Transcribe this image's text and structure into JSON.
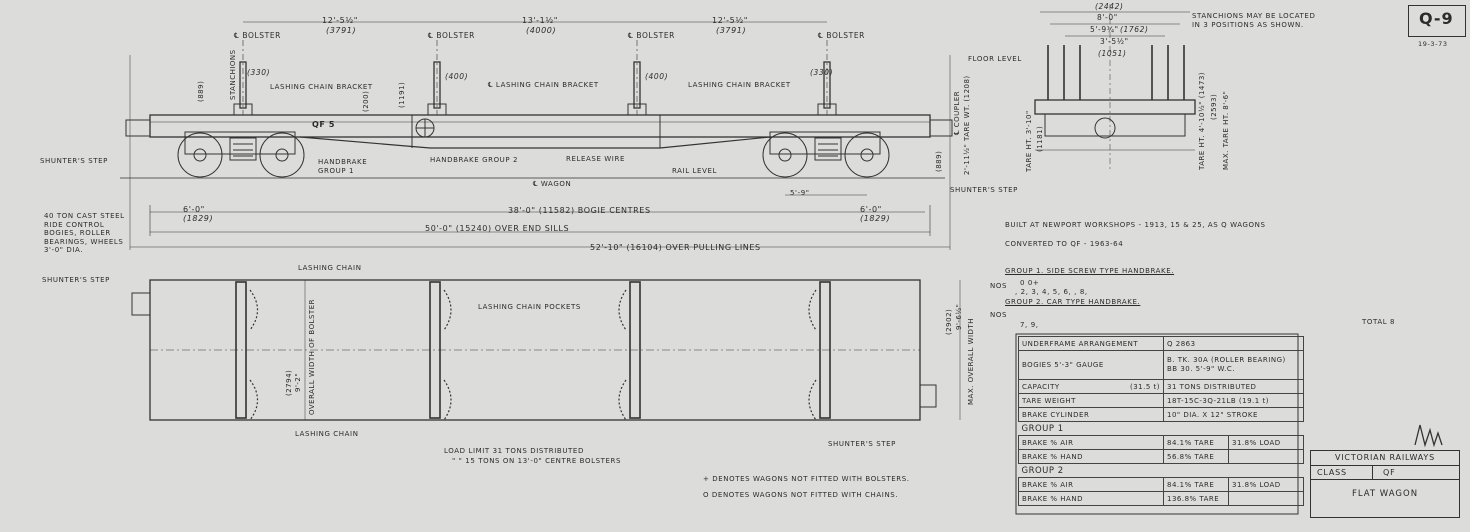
{
  "drawing_no": "Q-9",
  "drawing_date": "19-3-73",
  "side_view": {
    "bolster_labels": [
      "℄ BOLSTER",
      "℄ BOLSTER",
      "℄ BOLSTER",
      "℄ BOLSTER"
    ],
    "bolster_spacing": [
      {
        "imp": "12'-5½\"",
        "met": "(3791)"
      },
      {
        "imp": "13'-1½\"",
        "met": "(4000)"
      },
      {
        "imp": "12'-5½\"",
        "met": "(3791)"
      }
    ],
    "stanchions": "STANCHIONS",
    "stanchion_ht": "(889)",
    "dim_1330_left": "(330)",
    "dim_1330_right": "(330)",
    "dim_1191": "(1191)",
    "dim_400_a": "(400)",
    "dim_400_b": "(400)",
    "dim_200": "(200)",
    "lashing_chain_bracket": "LASHING CHAIN BRACKET",
    "lashing_chain_bracket_c": "℄ LASHING CHAIN BRACKET",
    "lashing_chain_bracket_r": "LASHING CHAIN BRACKET",
    "class_mark": "QF 5",
    "handbrake_group1": "HANDBRAKE GROUP 1",
    "handbrake_group2": "HANDBRAKE GROUP 2",
    "release_wire": "RELEASE WIRE",
    "rail_level": "RAIL LEVEL",
    "wagon_cl": "℄ WAGON",
    "shunters_step": "SHUNTER'S STEP",
    "shunters_step_r": "SHUNTER'S STEP",
    "coupler_cl": "℄ COUPLER",
    "tare_wt_ht": "2'-11½\" TARE WT. (1208)",
    "dim_889": "(889)",
    "dim_5_9": "5'-9\"",
    "dim_6_0_l": "6'-0\"",
    "dim_1829_l": "(1829)",
    "dim_6_0_r": "6'-0\"",
    "dim_1829_r": "(1829)",
    "bogie_centres": "38'-0\" (11582) BOGIE CENTRES",
    "over_end_sills": "50'-0\" (15240) OVER END SILLS",
    "over_pulling_lines": "52'-10\" (16104) OVER PULLING LINES",
    "bogie_note": "40 TON CAST STEEL RIDE CONTROL BOGIES, ROLLER BEARINGS, WHEELS 3'-0\" DIA."
  },
  "end_view": {
    "dim_2442": "(2442)",
    "dim_8_0": "8'-0\"",
    "dim_5_9": "5'-9¼\"",
    "dim_1762": "(1762)",
    "dim_3_5": "3'-5½\"",
    "dim_1051": "(1051)",
    "stanchion_note": "STANCHIONS MAY BE LOCATED IN 3 POSITIONS AS SHOWN.",
    "floor_level": "FLOOR LEVEL",
    "tare_ht": "TARE HT. 3'-10\"",
    "dim_1181": "(1181)",
    "tare_ht_r": "TARE HT. 4'-10½\" (1473)",
    "max_tare_ht": "MAX. TARE HT. 8'-6\"",
    "dim_2593": "(2593)"
  },
  "plan_view": {
    "lashing_chain_top": "LASHING CHAIN",
    "lashing_chain_bottom": "LASHING CHAIN",
    "lashing_chain_pockets": "LASHING CHAIN POCKETS",
    "shunters_step": "SHUNTER'S STEP",
    "shunters_step_r": "SHUNTER'S STEP",
    "overall_bolster": "OVERALL WIDTH OF BOLSTER",
    "bolster_w": "9'-2\"",
    "bolster_w_met": "(2794)",
    "max_width": "MAX. OVERALL WIDTH",
    "max_w": "9'-6½\"",
    "max_w_met": "(2902)",
    "load_limit_1": "LOAD LIMIT 31 TONS DISTRIBUTED",
    "load_limit_2": "\"     \"   15 TONS ON 13'-0\" CENTRE BOLSTERS"
  },
  "notes": {
    "built": "BUILT AT NEWPORT WORKSHOPS - 1913, 15 & 25, AS Q WAGONS",
    "converted": "CONVERTED TO QF - 1963-64",
    "group1": "GROUP 1. SIDE SCREW TYPE HANDBRAKE.",
    "no_label": "Nos",
    "group1_nos_a": "0    0+",
    "group1_nos_b": ", 2,  3,  4,  5,  6,   ,  8,",
    "group2": "GROUP 2. CAR TYPE HANDBRAKE.",
    "group2_nos": "7,  9,",
    "total": "TOTAL 8",
    "legend_plus": "+ DENOTES WAGONS NOT FITTED WITH BOLSTERS.",
    "legend_o": "O DENOTES WAGONS NOT FITTED WITH CHAINS."
  },
  "spec_table": {
    "underframe_label": "UNDERFRAME ARRANGEMENT",
    "underframe_val": "Q 2863",
    "bogies_label": "BOGIES  5'-3\" GAUGE",
    "bogies_val_1": "B. TK. 30A (ROLLER BEARING)",
    "bogies_val_2": "BB 30.  5'-9\" W.C.",
    "capacity_label": "CAPACITY",
    "capacity_met": "(31.5 t)",
    "capacity_val": "31 TONS DISTRIBUTED",
    "tare_label": "TARE WEIGHT",
    "tare_val": "18T-15C-3Q-21LB",
    "tare_met": "(19.1 t)",
    "brake_cyl_label": "BRAKE CYLINDER",
    "brake_cyl_val": "10\" DIA. X 12\" STROKE",
    "group1": "GROUP 1",
    "g1_air_label": "BRAKE % AIR",
    "g1_air_tare": "84.1% TARE",
    "g1_air_load": "31.8% LOAD",
    "g1_hand_label": "BRAKE % HAND",
    "g1_hand_tare": "56.8% TARE",
    "group2": "GROUP 2",
    "g2_air_label": "BRAKE % AIR",
    "g2_air_tare": "84.1% TARE",
    "g2_air_load": "31.8% LOAD",
    "g2_hand_label": "BRAKE % HAND",
    "g2_hand_tare": "136.8% TARE"
  },
  "title_block": {
    "railway": "VICTORIAN RAILWAYS",
    "class_label": "CLASS",
    "class_val": "QF",
    "name": "FLAT WAGON"
  },
  "colors": {
    "paper": "#dcdcda",
    "ink": "#2b2b2b"
  }
}
